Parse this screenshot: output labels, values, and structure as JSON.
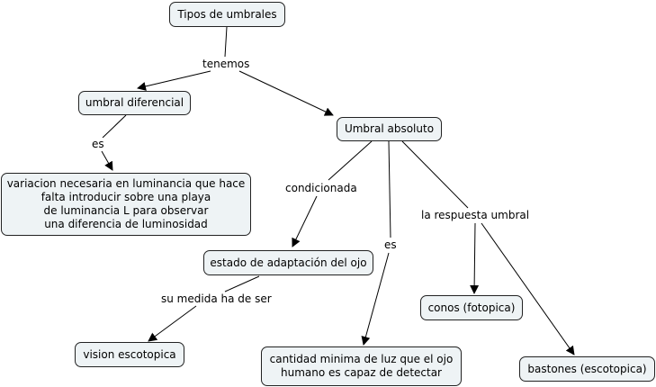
{
  "concepts": {
    "tipos": "Tipos de umbrales",
    "diferencial": "umbral diferencial",
    "absoluto": "Umbral absoluto",
    "variacion": "variacion necesaria en luminancia que hace\nfalta  introducir sobre una playa\nde luminancia L para observar\nuna diferencia de luminosidad",
    "estado": "estado de adaptación del ojo",
    "vision": "vision escotopica",
    "cantidad": "cantidad minima de luz que el ojo\nhumano es capaz de detectar",
    "conos": "conos (fotopica)",
    "bastones": "bastones (escotopica)"
  },
  "links": {
    "tenemos": "tenemos",
    "es1": "es",
    "condicionada": "condicionada",
    "es2": "es",
    "respuesta": "la respuesta umbral",
    "medida": "su medida ha de ser"
  },
  "colors": {
    "node_fill": "#eef3f5",
    "line": "#000000"
  }
}
